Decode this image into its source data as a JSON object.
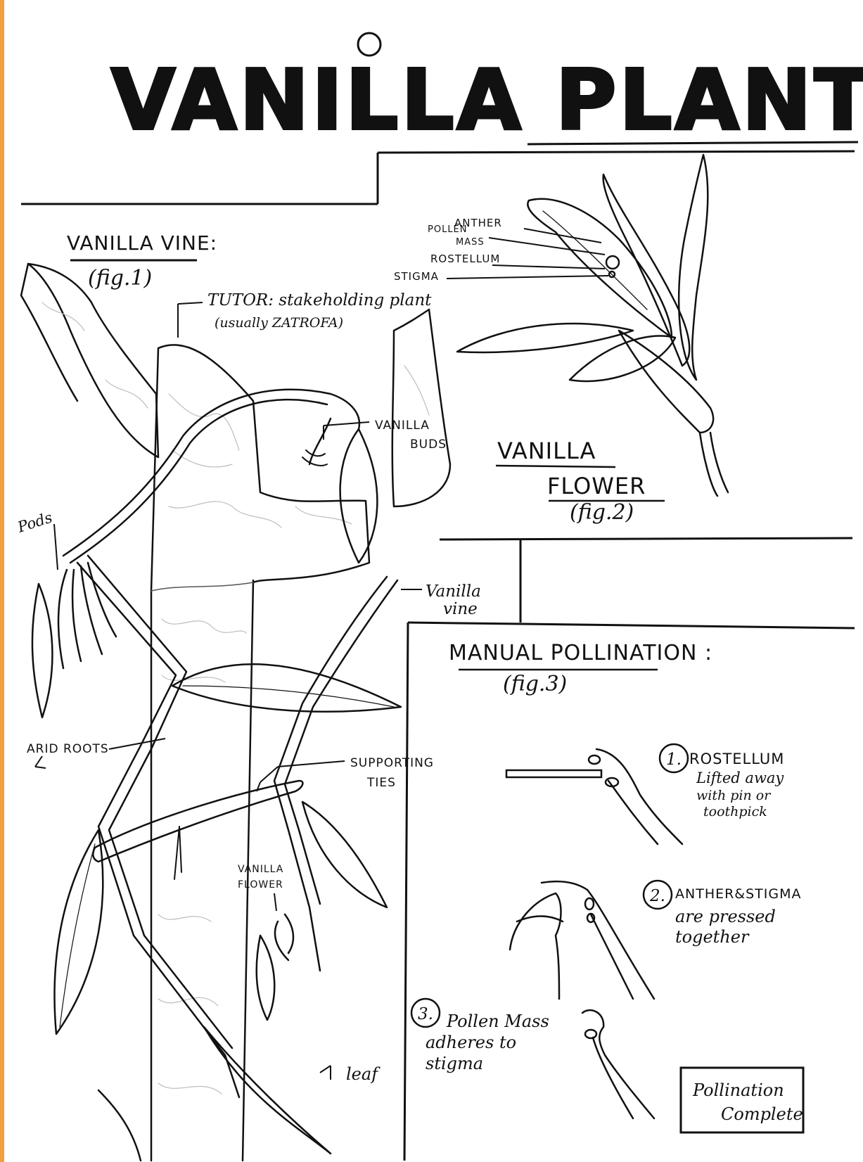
{
  "title": "VANILLA PLANT",
  "colors": {
    "ink": "#111111",
    "paper": "#ffffff",
    "page_edge": "#f0a040",
    "shade": "#bdbdbd"
  },
  "fig1": {
    "title": "VANILLA VINE:",
    "caption": "(fig.1)",
    "labels": {
      "tutor": "TUTOR: stakeholding plant",
      "tutor_note": "(usually ZATROFA)",
      "buds_1": "VANILLA",
      "buds_2": "BUDS",
      "pods": "Pods",
      "vine_1": "Vanilla",
      "vine_2": "vine",
      "roots": "ARID ROOTS",
      "ties_1": "SUPPORTING",
      "ties_2": "TIES",
      "flower_1": "VANILLA",
      "flower_2": "FLOWER",
      "leaf": "leaf"
    }
  },
  "fig2": {
    "title_1": "VANILLA",
    "title_2": "FLOWER",
    "caption": "(fig.2)",
    "labels": {
      "anther": "ANTHER",
      "pollen_1": "POLLEN",
      "pollen_2": "MASS",
      "rostellum": "ROSTELLUM",
      "stigma": "STIGMA"
    }
  },
  "fig3": {
    "title": "MANUAL POLLINATION :",
    "caption": "(fig.3)",
    "steps": [
      {
        "num": "1.",
        "lines": [
          "ROSTELLUM",
          "Lifted away",
          "with pin or",
          "toothpick"
        ]
      },
      {
        "num": "2.",
        "lines": [
          "ANTHER&STIGMA",
          "are pressed",
          "together"
        ]
      },
      {
        "num": "3.",
        "lines": [
          "Pollen Mass",
          "adheres to",
          "stigma"
        ]
      }
    ],
    "complete_1": "Pollination",
    "complete_2": "Complete"
  }
}
